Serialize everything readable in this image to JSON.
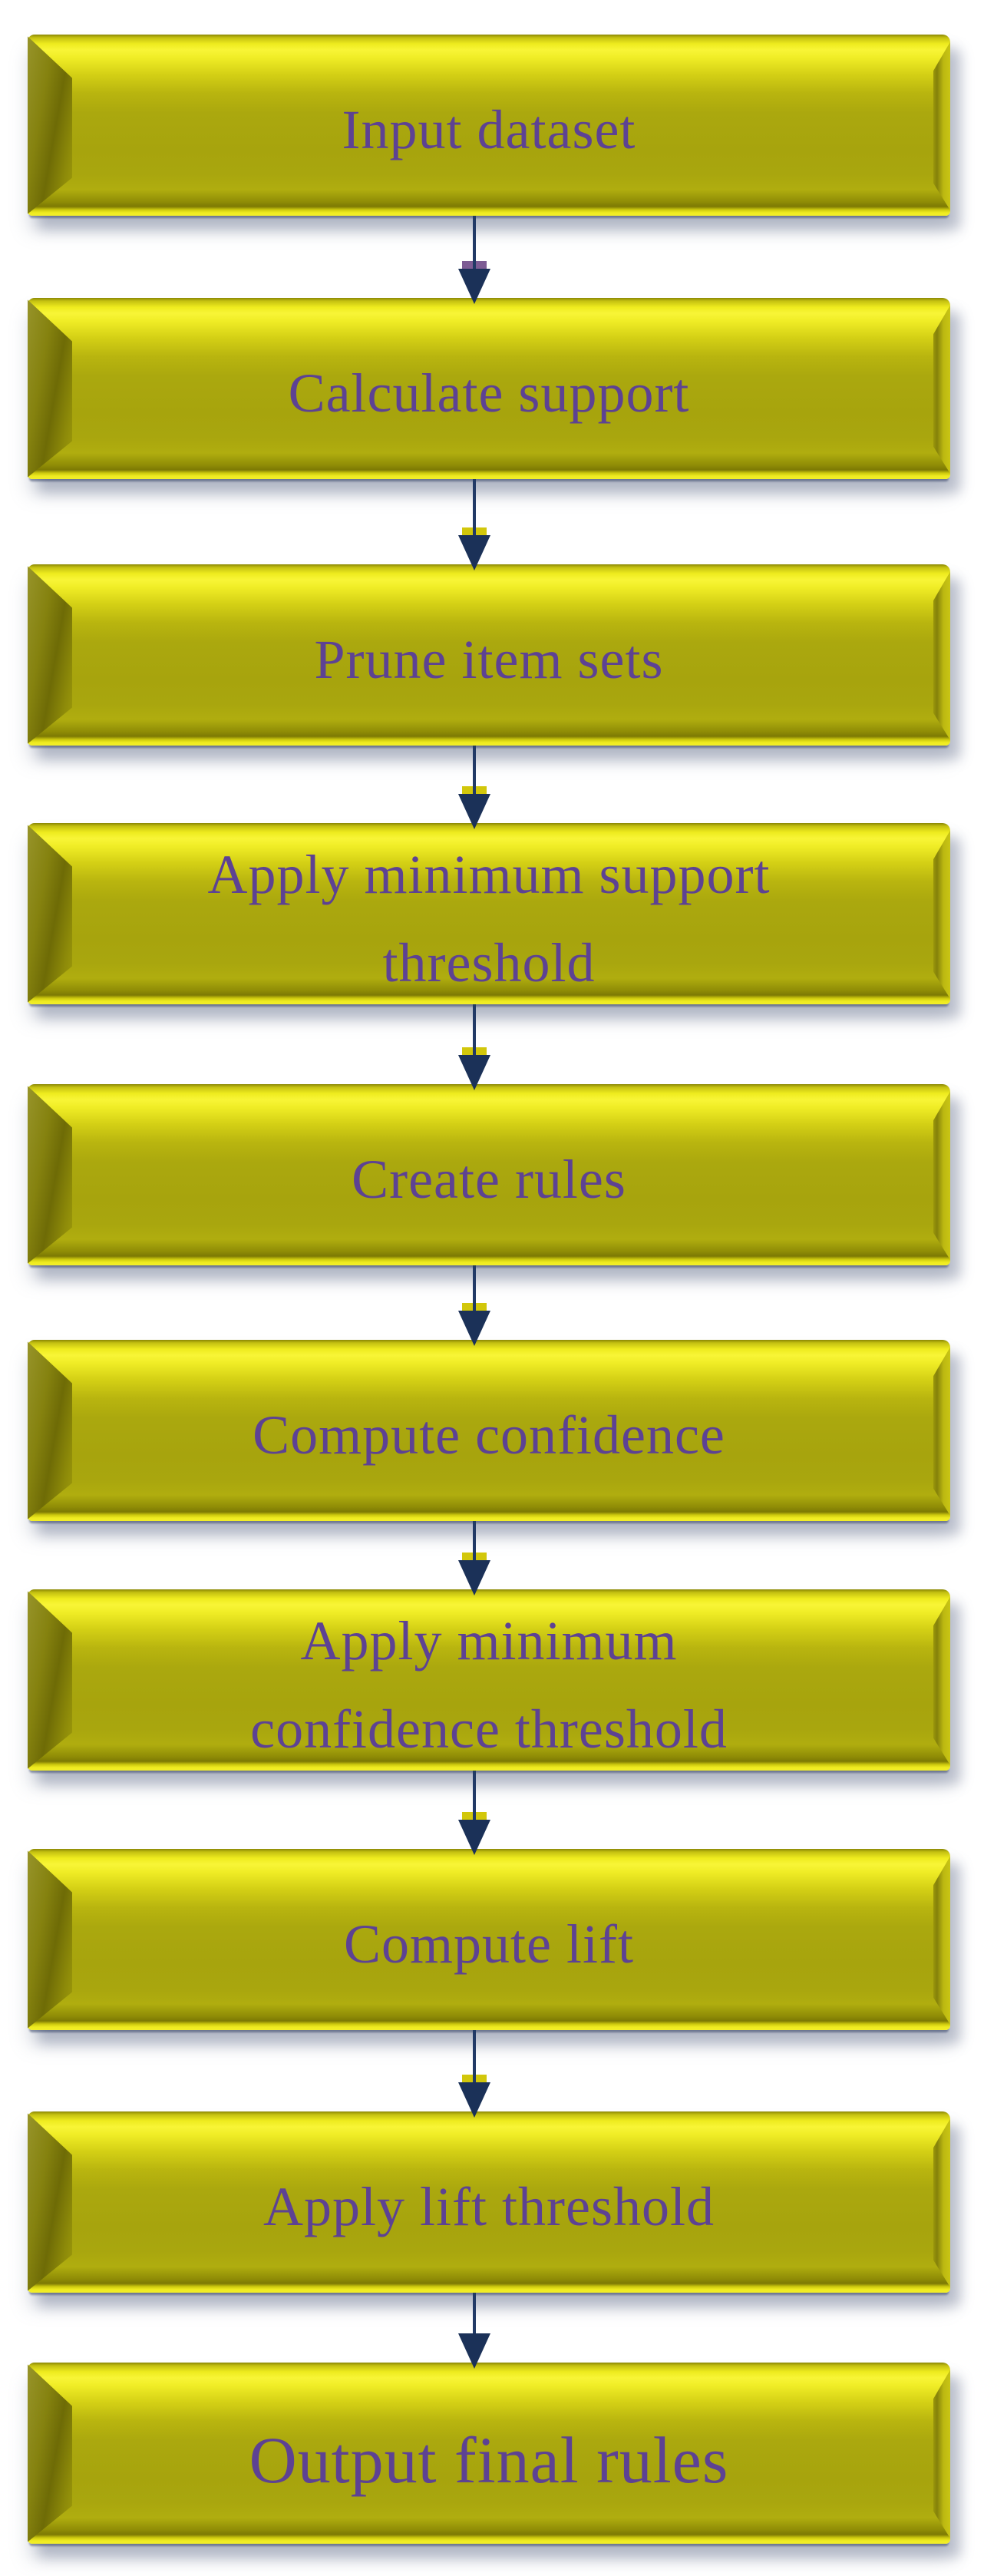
{
  "diagram": {
    "type": "flowchart",
    "direction": "top-down",
    "colors": {
      "node_fill": "#aaa70e",
      "node_highlight": "#f6f335",
      "node_shade": "#6e6b06",
      "label_color": "#5d4293",
      "arrow_color": "#1b3158",
      "notch_yellow": "#d2c70b",
      "notch_purple": "#7d5c94",
      "background": "#ffffff"
    },
    "nodes": [
      {
        "id": "n1",
        "label": "Input dataset"
      },
      {
        "id": "n2",
        "label": "Calculate support"
      },
      {
        "id": "n3",
        "label": "Prune item sets"
      },
      {
        "id": "n4",
        "label": "Apply minimum support\nthreshold"
      },
      {
        "id": "n5",
        "label": "Create rules"
      },
      {
        "id": "n6",
        "label": "Compute confidence"
      },
      {
        "id": "n7",
        "label": "Apply minimum\nconfidence threshold"
      },
      {
        "id": "n8",
        "label": "Compute lift"
      },
      {
        "id": "n9",
        "label": "Apply lift threshold"
      },
      {
        "id": "n10",
        "label": "Output final rules"
      }
    ],
    "edges": [
      {
        "from": "n1",
        "to": "n2",
        "notch": "purple"
      },
      {
        "from": "n2",
        "to": "n3",
        "notch": "yellow"
      },
      {
        "from": "n3",
        "to": "n4",
        "notch": "yellow"
      },
      {
        "from": "n4",
        "to": "n5",
        "notch": "yellow"
      },
      {
        "from": "n5",
        "to": "n6",
        "notch": "yellow"
      },
      {
        "from": "n6",
        "to": "n7",
        "notch": "yellow"
      },
      {
        "from": "n7",
        "to": "n8",
        "notch": "yellow"
      },
      {
        "from": "n8",
        "to": "n9",
        "notch": "yellow"
      },
      {
        "from": "n9",
        "to": "n10",
        "notch": "none"
      }
    ]
  }
}
